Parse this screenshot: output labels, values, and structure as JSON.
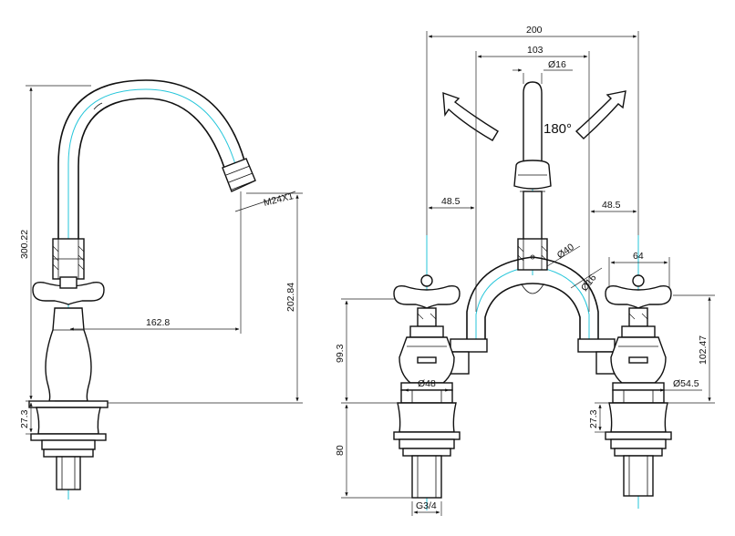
{
  "dimensions": {
    "height_total": "300.22",
    "spout_height": "202.84",
    "spout_reach": "162.8",
    "thread": "M24X1",
    "base_height_left": "27.3",
    "overall_width": "200",
    "centre_width": "103",
    "spout_diameter": "Ø16",
    "swivel_angle": "180°",
    "offset_left": "48.5",
    "offset_right": "48.5",
    "bridge_diameter": "Ø40",
    "bridge_pipe_diameter": "Ø16",
    "handle_width": "64",
    "body_height_left": "99.3",
    "body_height_right": "102.47",
    "base_diameter_left": "Ø48",
    "base_diameter_right": "Ø54.5",
    "base_height_right": "27.3",
    "tail_length": "80",
    "tail_thread": "G3/4"
  }
}
